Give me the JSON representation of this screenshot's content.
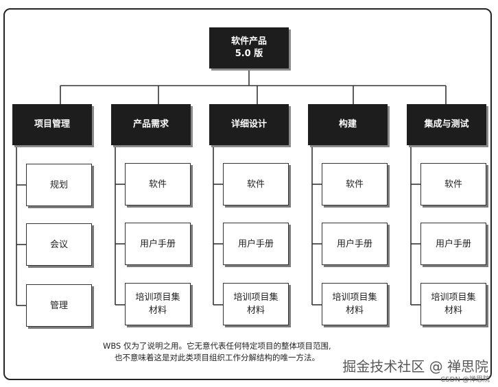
{
  "root": {
    "label": "软件产品\n5.0 版"
  },
  "columns": [
    {
      "label": "项目管理",
      "children": [
        "规划",
        "会议",
        "管理"
      ]
    },
    {
      "label": "产品需求",
      "children": [
        "软件",
        "用户手册",
        "培训项目集\n材料"
      ]
    },
    {
      "label": "详细设计",
      "children": [
        "软件",
        "用户手册",
        "培训项目集\n材料"
      ]
    },
    {
      "label": "构建",
      "children": [
        "软件",
        "用户手册",
        "培训项目集\n材料"
      ]
    },
    {
      "label": "集成与测试",
      "children": [
        "软件",
        "用户手册",
        "培训项目集\n材料"
      ]
    }
  ],
  "caption": {
    "line1": "WBS 仅为了说明之用。它无意代表任何特定项目的整体项目范围,",
    "line2": "也不意味着这是对此类项目组织工作分解结构的唯一方法。"
  },
  "watermark": {
    "main": "掘金技术社区 @ 禅思院",
    "sub": "CSDN @禅思院"
  },
  "colors": {
    "dark_box": "#1d1d1d",
    "line": "#333333",
    "shadow": "#8a8a8a"
  }
}
